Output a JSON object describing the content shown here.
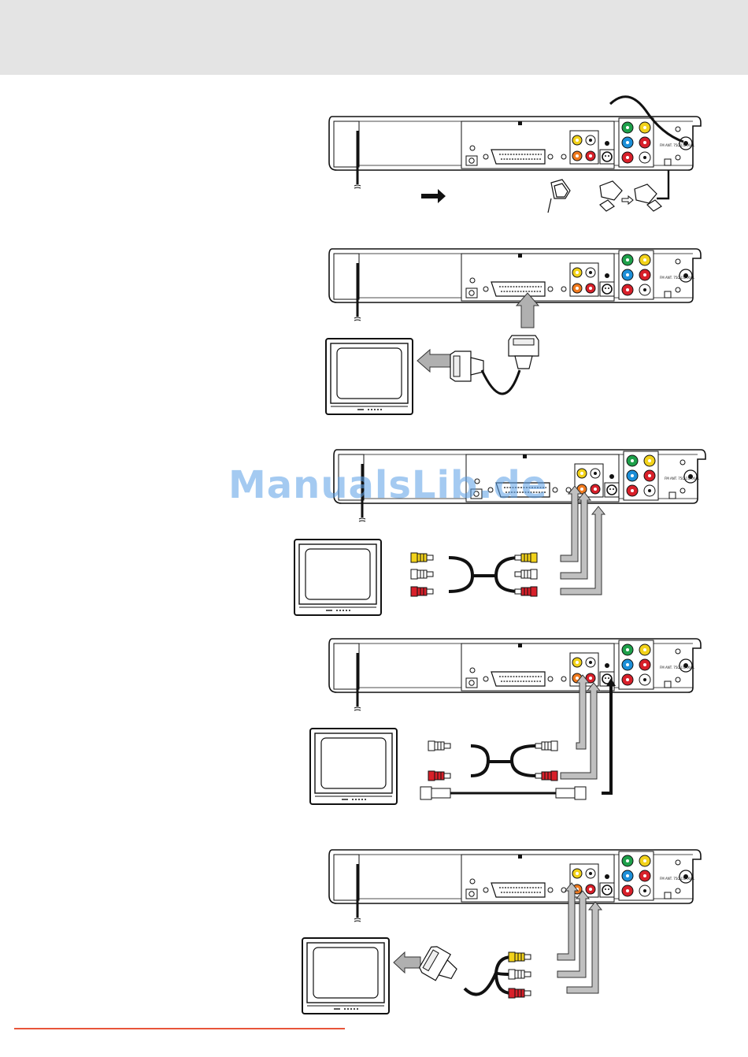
{
  "header": {
    "band_color": "#e4e4e4"
  },
  "diagrams": [
    {
      "id": "antenna",
      "panel_label": "FM ANT. 75Ω COAXIAL"
    },
    {
      "id": "scart",
      "panel_label": "FM ANT. 75Ω COAXIAL"
    },
    {
      "id": "audio-video",
      "panel_label": "FM ANT. 75Ω COAXIAL"
    },
    {
      "id": "svideo",
      "panel_label": "FM ANT. 75Ω COAXIAL"
    },
    {
      "id": "scart-adapter",
      "panel_label": "FM ANT. 75Ω COAXIAL"
    }
  ],
  "watermark": {
    "text": "ManualsLib.de"
  },
  "colors": {
    "green": "#1ea04a",
    "yellow": "#f2d21a",
    "blue": "#1c8fd8",
    "red": "#d8202a",
    "orange": "#f07a1e",
    "white": "#ffffff",
    "arrow_gray": "#9a9a9a",
    "footer_rule": "#e8553a"
  }
}
